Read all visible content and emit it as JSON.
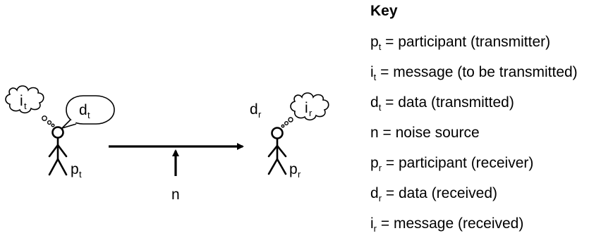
{
  "diagram": {
    "transmitter": {
      "thought_symbol": "i",
      "thought_sub": "t",
      "speech_symbol": "d",
      "speech_sub": "t",
      "label_symbol": "p",
      "label_sub": "t"
    },
    "receiver": {
      "data_symbol": "d",
      "data_sub": "r",
      "thought_symbol": "i",
      "thought_sub": "r",
      "label_symbol": "p",
      "label_sub": "r"
    },
    "noise_label": "n"
  },
  "key": {
    "title": "Key",
    "items": [
      {
        "symbol": "p",
        "sub": "t",
        "text": " = participant (transmitter)"
      },
      {
        "symbol": "i",
        "sub": "t",
        "text": " = message (to be transmitted)"
      },
      {
        "symbol": "d",
        "sub": "t",
        "text": " = data (transmitted)"
      },
      {
        "symbol": "n",
        "sub": "",
        "text": " = noise source"
      },
      {
        "symbol": "p",
        "sub": "r",
        "text": " = participant (receiver)"
      },
      {
        "symbol": "d",
        "sub": "r",
        "text": " = data (received)"
      },
      {
        "symbol": "i",
        "sub": "r",
        "text": " = message (received)"
      }
    ]
  }
}
